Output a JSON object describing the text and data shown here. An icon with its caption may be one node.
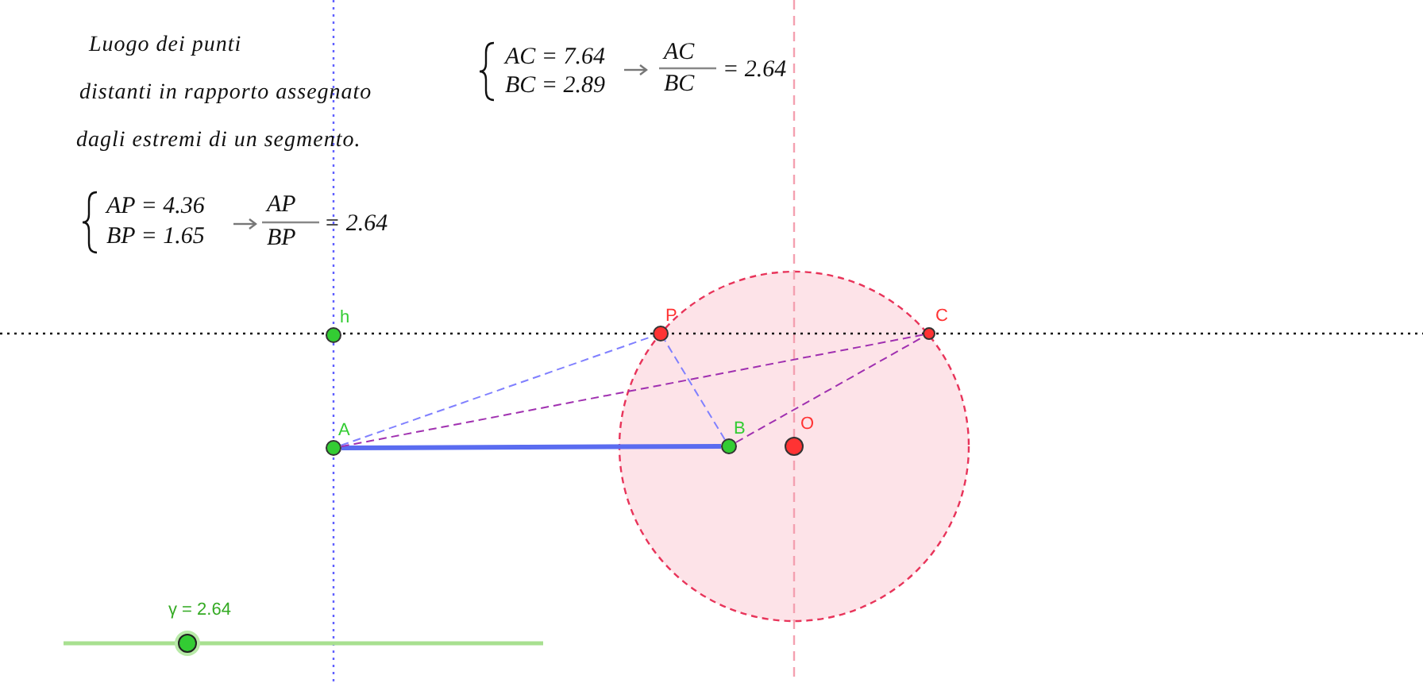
{
  "diagram": {
    "nodes": [
      {
        "text": [
          "h"
        ]
      },
      {
        "text": [
          "A"
        ]
      },
      {
        "text": [
          "B"
        ]
      },
      {
        "text": [
          "P"
        ]
      },
      {
        "text": [
          "C"
        ]
      },
      {
        "text": [
          "O"
        ]
      }
    ],
    "edges": [
      {
        "from": 1,
        "to": 2,
        "arrow": "none",
        "style": "thick",
        "color": "#5a6cf0"
      },
      {
        "from": 1,
        "to": 3,
        "arrow": "none",
        "style": "dashed",
        "color": "#8080ff"
      },
      {
        "from": 2,
        "to": 3,
        "arrow": "none",
        "style": "dashed",
        "color": "#8080ff"
      },
      {
        "from": 1,
        "to": 4,
        "arrow": "none",
        "style": "dashed",
        "color": "#a030b0"
      },
      {
        "from": 2,
        "to": 4,
        "arrow": "none",
        "style": "dashed",
        "color": "#a030b0"
      }
    ],
    "labels": [
      "Luogo dei punti",
      "distanti in rapporto assegnato",
      "dagli estremi di un segmento.",
      "AC = 7.64",
      "BC = 2.89",
      "AC",
      "BC",
      "= 2.64",
      "AP = 4.36",
      "BP = 1.65",
      "AP",
      "BP",
      "= 2.64",
      "γ = 2.64"
    ]
  }
}
